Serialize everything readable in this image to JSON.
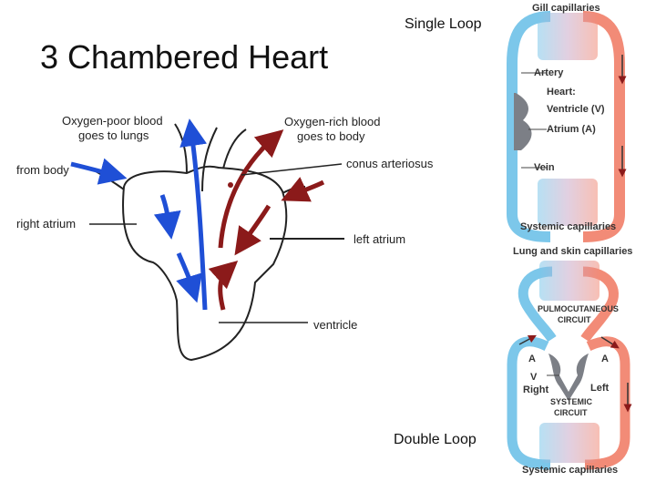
{
  "slide": {
    "title": "3 Chambered Heart"
  },
  "loops": {
    "single": "Single Loop",
    "double": "Double Loop"
  },
  "heart_labels": {
    "oxygen_poor_1": "Oxygen-poor blood",
    "oxygen_poor_2": "goes to lungs",
    "oxygen_rich_1": "Oxygen-rich blood",
    "oxygen_rich_2": "goes to body",
    "from_body": "from body",
    "conus": "conus arteriosus",
    "right_atrium": "right atrium",
    "left_atrium": "left atrium",
    "ventricle": "ventricle"
  },
  "single_loop_diagram": {
    "gill_capillaries": "Gill capillaries",
    "artery": "Artery",
    "heart": "Heart:",
    "ventricle": "Ventricle (V)",
    "atrium": "Atrium (A)",
    "vein": "Vein",
    "systemic_capillaries": "Systemic capillaries"
  },
  "double_loop_diagram": {
    "lung_skin_capillaries": "Lung and skin capillaries",
    "pulmocutaneous_1": "PULMOCUTANEOUS",
    "pulmocutaneous_2": "CIRCUIT",
    "a_left": "A",
    "a_right": "A",
    "v": "V",
    "right": "Right",
    "left": "Left",
    "systemic_1": "SYSTEMIC",
    "systemic_2": "CIRCUIT",
    "systemic_capillaries": "Systemic capillaries"
  },
  "colors": {
    "oxygen_poor": "#1f4fd6",
    "oxygen_rich": "#8b1a1a",
    "loop_blue": "#7cc7ea",
    "loop_red": "#f28b77"
  }
}
